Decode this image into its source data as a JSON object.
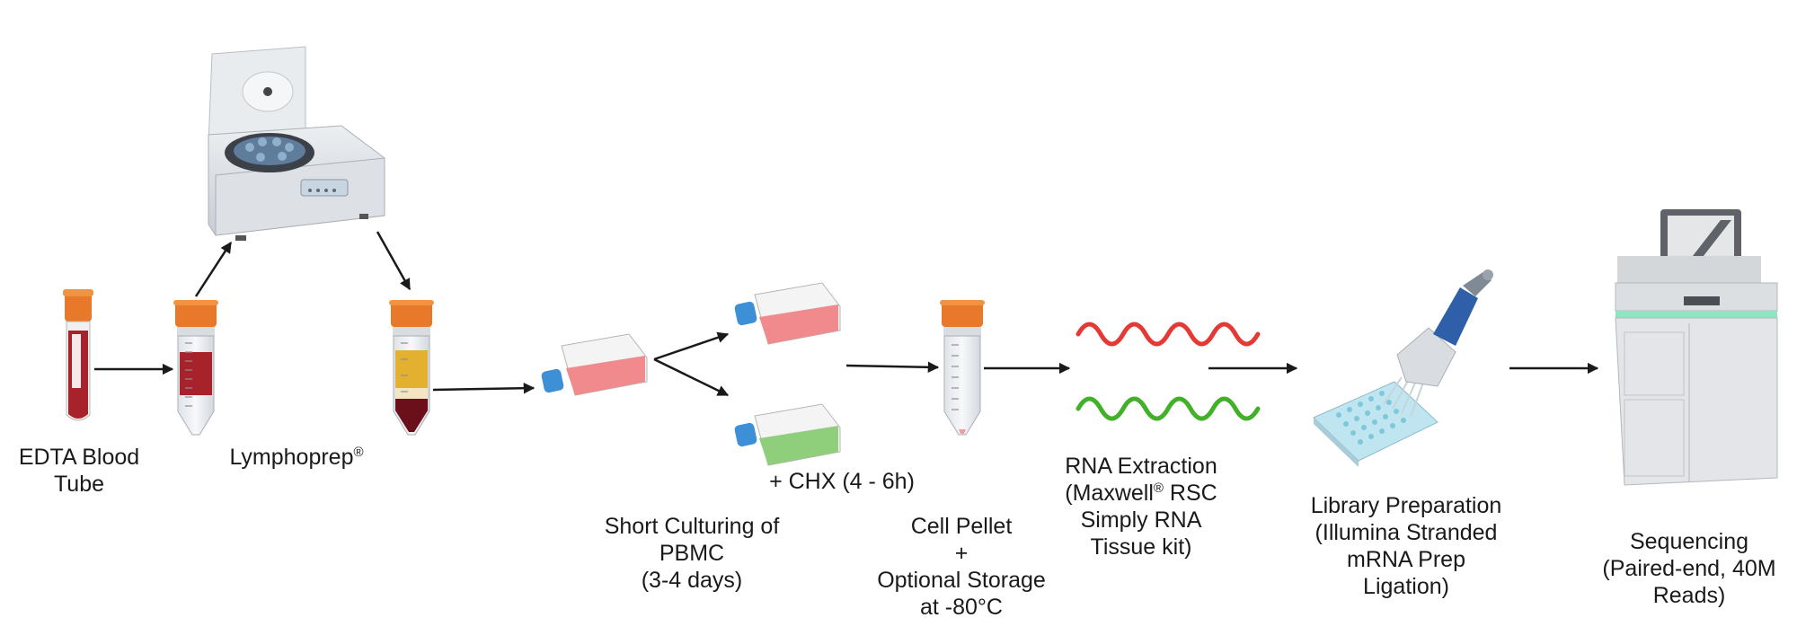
{
  "labels": {
    "edta": [
      "EDTA Blood",
      "Tube"
    ],
    "lymphoprep": "Lymphoprep",
    "lymphoprep_mark": "®",
    "chx": "+ CHX (4 - 6h)",
    "culturing": [
      "Short Culturing of",
      "PBMC",
      "(3-4 days)"
    ],
    "pellet": [
      "Cell Pellet",
      "+",
      "Optional Storage",
      "at -80°C"
    ],
    "rna_l1_a": "RNA Extraction",
    "rna_l2_a": "(Maxwell",
    "rna_l2_mark": "®",
    "rna_l2_b": " RSC",
    "rna_rest": [
      "Simply RNA",
      "Tissue kit)"
    ],
    "library": [
      "Library Preparation",
      "(Illumina Stranded",
      "mRNA Prep",
      "Ligation)"
    ],
    "sequencing": [
      "Sequencing",
      "(Paired-end, 40M",
      "Reads)"
    ]
  },
  "colors": {
    "tube_cap": "#e8792a",
    "blood": "#a8222c",
    "plasma": "#e3b02f",
    "flask_red": "#f08a8c",
    "flask_green": "#8fce7a",
    "flask_cap": "#3d8fd6",
    "rna_red": "#e53935",
    "rna_green": "#43b02a",
    "sequencer_accent": "#8ee6c0",
    "plate": "#9fd9e8",
    "pipette_blue": "#2f5fa8",
    "arrow": "#1a1a1a"
  }
}
